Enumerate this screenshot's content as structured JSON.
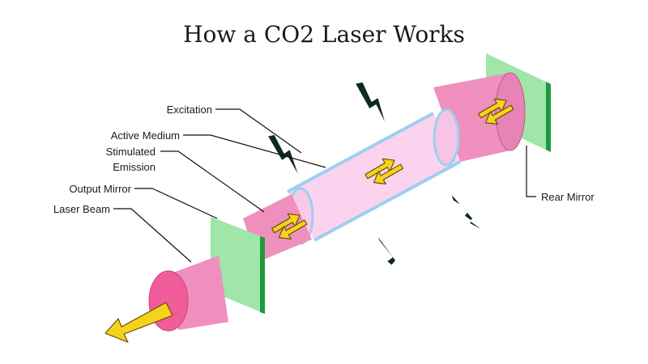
{
  "title": "How a CO2 Laser Works",
  "labels": {
    "excitation": "Excitation",
    "active_medium": "Active Medium",
    "stimulated_line1": "Stimulated",
    "stimulated_line2": "Emission",
    "output_mirror": "Output Mirror",
    "laser_beam": "Laser Beam",
    "rear_mirror": "Rear Mirror"
  },
  "colors": {
    "beam_pink": "#ef8fbe",
    "beam_pink_dark": "#e06aa6",
    "beam_end_face": "#f25c9b",
    "medium_light": "#fbd3ee",
    "medium_outline": "#9ecfee",
    "mirror_face": "#9fe6a8",
    "mirror_edge": "#1f9a3e",
    "photon_yellow": "#f7d21b",
    "bolt_dark": "#0f2a1e"
  },
  "icons": [
    "lightning-bolt-icon",
    "photon-arrow-icon",
    "output-arrow-icon"
  ]
}
